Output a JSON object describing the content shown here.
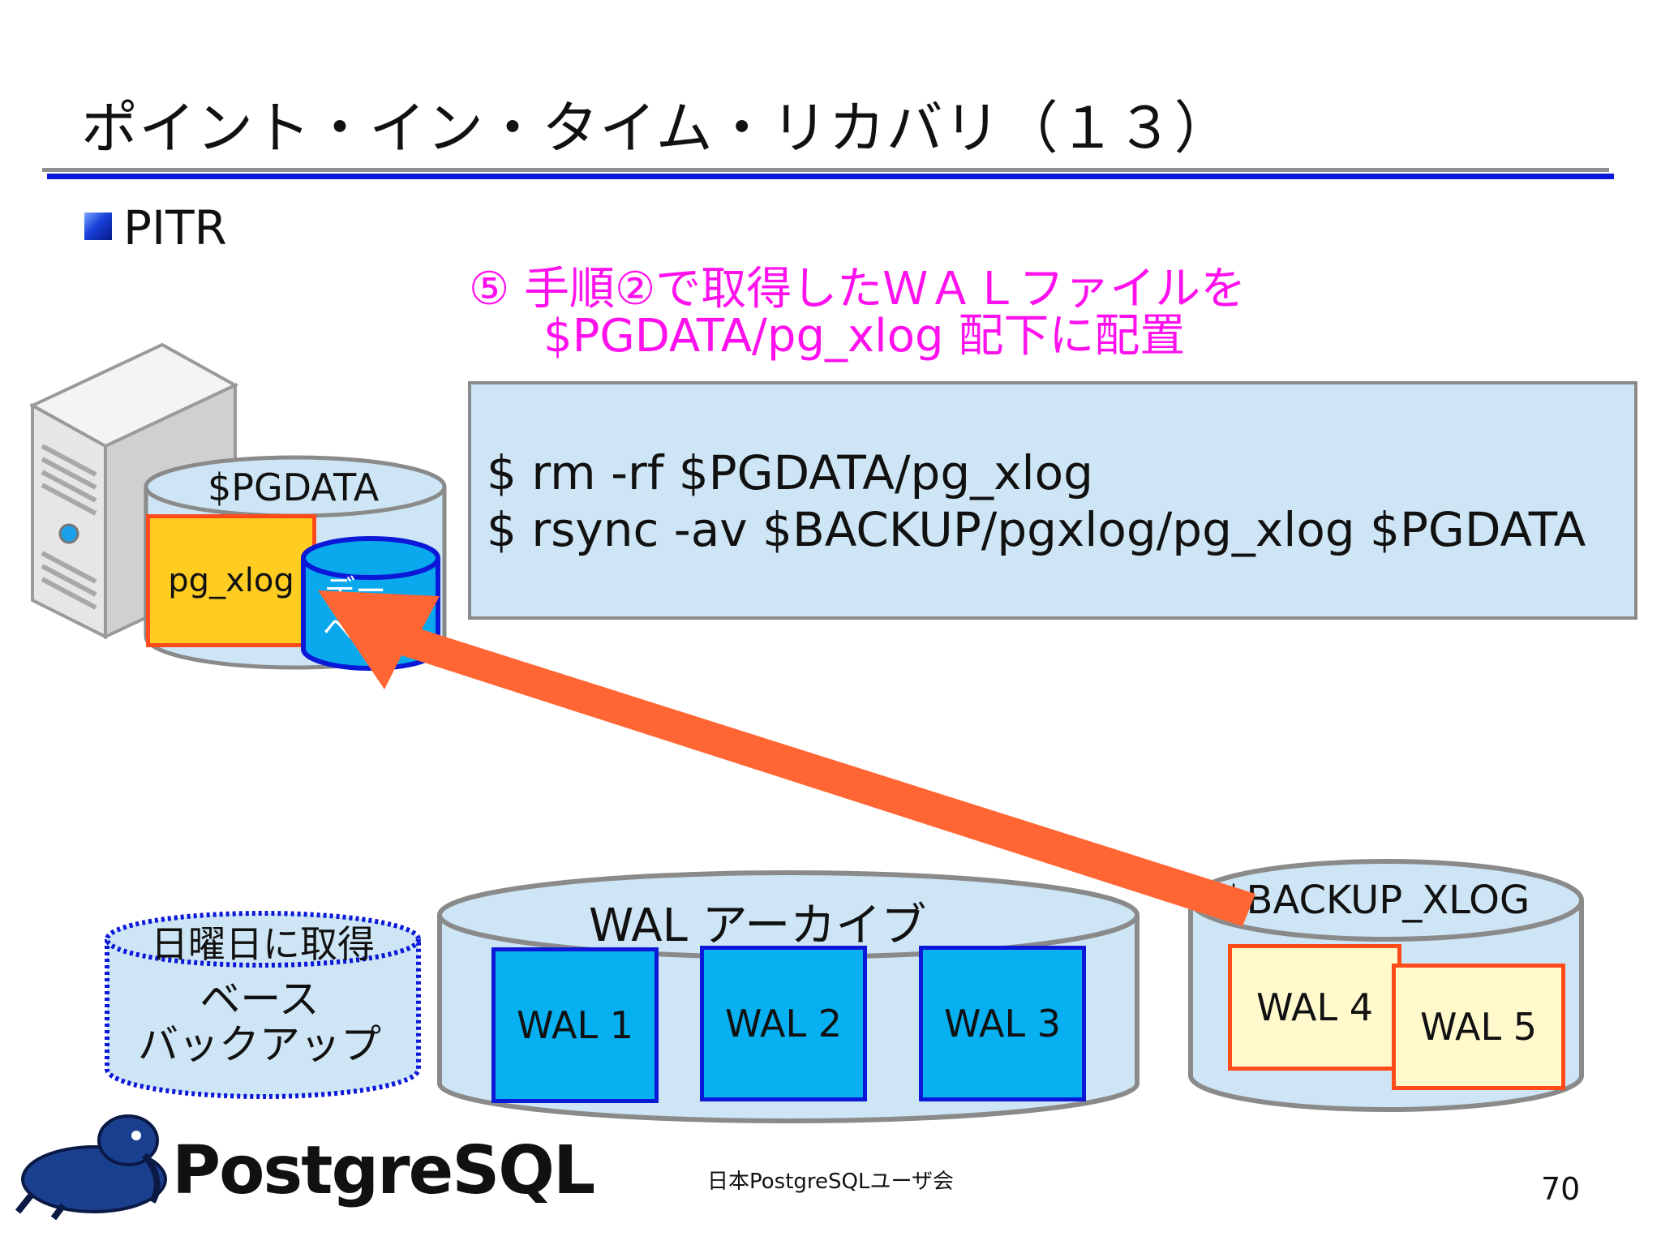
{
  "slide": {
    "title": "ポイント・イン・タイム・リカバリ（１３）",
    "bullet": "PITR",
    "step_line1": "⑤ 手順②で取得したＷＡＬファイルを",
    "step_line2": "$PGDATA/pg_xlog 配下に配置",
    "commands": [
      "$ rm -rf $PGDATA/pg_xlog",
      "$ rsync -av $BACKUP/pgxlog/pg_xlog $PGDATA"
    ],
    "pgdata_label": "$PGDATA",
    "pgxlog_label": "pg_xlog",
    "db_label": "データベース",
    "base_backup": {
      "top_label": "日曜日に取得",
      "line1": "ベース",
      "line2": "バックアップ"
    },
    "wal_archive": {
      "label": "WAL アーカイブ",
      "files": [
        "WAL 1",
        "WAL 2",
        "WAL 3"
      ]
    },
    "backup_xlog": {
      "label": "$BACKUP_XLOG",
      "files": [
        "WAL 4",
        "WAL 5"
      ]
    },
    "footer": "日本PostgreSQLユーザ会",
    "page_number": "70",
    "logo_text": "PostgreSQL"
  },
  "colors": {
    "title_rule": "#0b18d8",
    "step_text": "#ff11ee",
    "arrow": "#ff6633",
    "cylinder_fill": "#cde5f4",
    "wal_blue": "#07b0f0",
    "wal_yellow": "#fff9cc",
    "pgxlog_fill": "#ffcc22",
    "frame_red": "#ff4a1a"
  }
}
